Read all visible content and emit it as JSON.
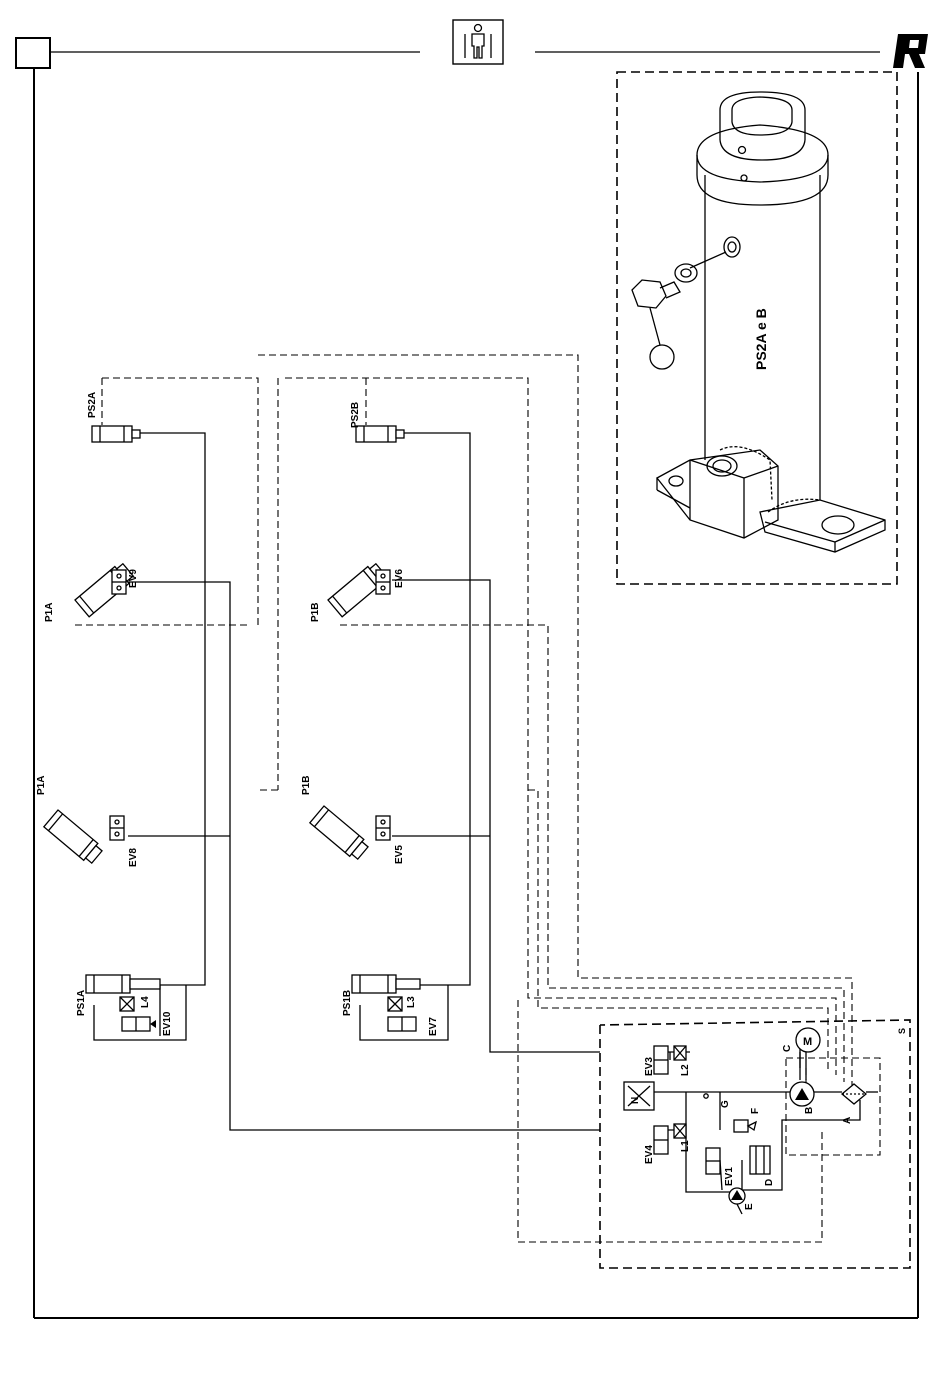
{
  "header": {
    "corner_box": "",
    "service_icon": "person-with-tools-icon",
    "brand_logo": "R"
  },
  "inset": {
    "label": "PS2A e B"
  },
  "labels": {
    "ps2a": "PS2A",
    "ps2b": "PS2B",
    "p1a_top": "P1A",
    "p1b_top": "P1B",
    "p1a_mid": "P1A",
    "p1b_mid": "P1B",
    "ev9": "EV9",
    "ev6": "EV6",
    "ev8": "EV8",
    "ev5": "EV5",
    "ps1a": "PS1A",
    "ps1b": "PS1B",
    "l4": "L4",
    "l3": "L3",
    "ev10": "EV10",
    "ev7": "EV7",
    "ev3": "EV3",
    "l2": "L2",
    "n": "N",
    "g": "G",
    "f": "F",
    "c": "C",
    "m": "M",
    "b": "B",
    "a": "A",
    "s": "S",
    "ev4": "EV4",
    "l1": "L1",
    "ev1": "EV1",
    "d": "D",
    "e": "E"
  }
}
